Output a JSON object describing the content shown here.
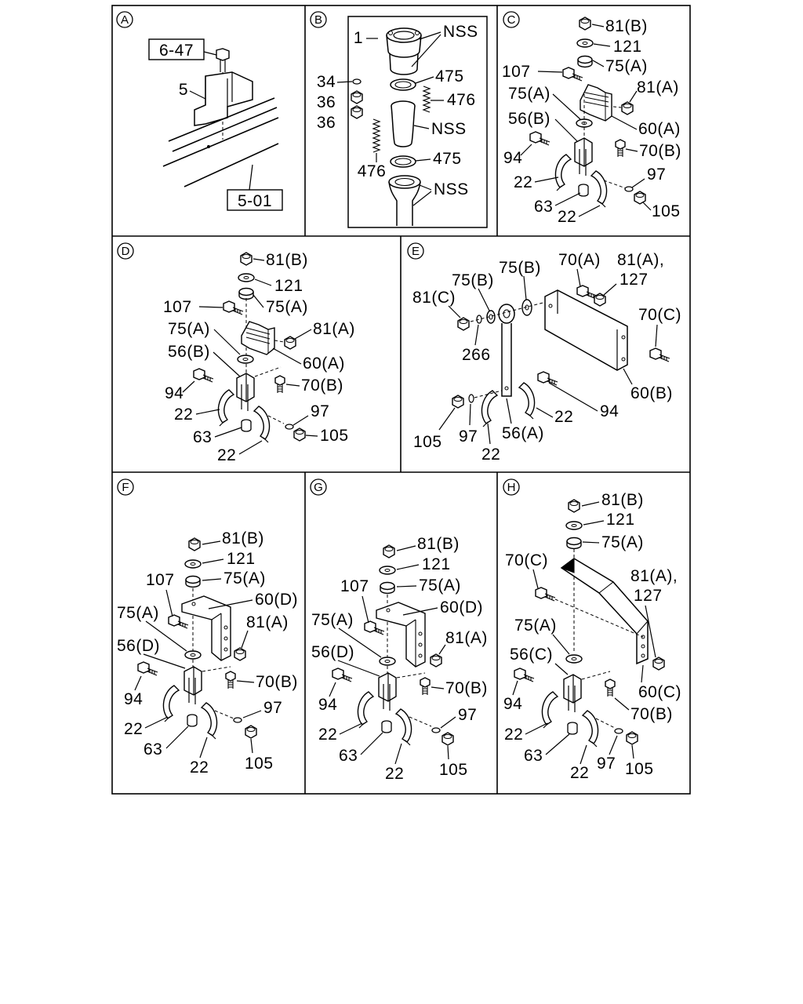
{
  "panels": {
    "A": {
      "badge": "A",
      "ref_top": "6-47",
      "ref_bottom": "5-01",
      "part_5": "5"
    },
    "B": {
      "badge": "B",
      "p1": "1",
      "nss1": "NSS",
      "p34": "34",
      "p36a": "36",
      "p36b": "36",
      "p475a": "475",
      "p476a": "476",
      "nss2": "NSS",
      "p476b": "476",
      "p475b": "475",
      "nss3": "NSS"
    },
    "C": {
      "badge": "C",
      "l81b": "81(B)",
      "l121": "121",
      "l75a1": "75(A)",
      "l107": "107",
      "l81a": "81(A)",
      "l75a2": "75(A)",
      "l56b": "56(B)",
      "l60a": "60(A)",
      "l94": "94",
      "l70b": "70(B)",
      "l22a": "22",
      "l97": "97",
      "l63": "63",
      "l22b": "22",
      "l105": "105"
    },
    "D": {
      "badge": "D",
      "l81b": "81(B)",
      "l121": "121",
      "l107": "107",
      "l75a1": "75(A)",
      "l75a2": "75(A)",
      "l81a": "81(A)",
      "l56b": "56(B)",
      "l60a": "60(A)",
      "l94": "94",
      "l70b": "70(B)",
      "l22a": "22",
      "l97": "97",
      "l63": "63",
      "l105": "105",
      "l22b": "22"
    },
    "E": {
      "badge": "E",
      "l75b1": "75(B)",
      "l75b2": "75(B)",
      "l70a": "70(A)",
      "l81a": "81(A),",
      "l127": "127",
      "l81c": "81(C)",
      "l70c": "70(C)",
      "l266": "266",
      "l60b": "60(B)",
      "l94": "94",
      "l22a": "22",
      "l105": "105",
      "l97": "97",
      "l56a": "56(A)",
      "l22b": "22"
    },
    "F": {
      "badge": "F",
      "l81b": "81(B)",
      "l121": "121",
      "l107": "107",
      "l75a1": "75(A)",
      "l60d": "60(D)",
      "l75a2": "75(A)",
      "l81a": "81(A)",
      "l56d": "56(D)",
      "l70b": "70(B)",
      "l94": "94",
      "l97": "97",
      "l22a": "22",
      "l63": "63",
      "l22b": "22",
      "l105": "105"
    },
    "G": {
      "badge": "G",
      "l81b": "81(B)",
      "l121": "121",
      "l107": "107",
      "l75a1": "75(A)",
      "l60d": "60(D)",
      "l75a2": "75(A)",
      "l81a": "81(A)",
      "l56d": "56(D)",
      "l94": "94",
      "l70b": "70(B)",
      "l97": "97",
      "l22a": "22",
      "l63": "63",
      "l22b": "22",
      "l105": "105"
    },
    "H": {
      "badge": "H",
      "l81b": "81(B)",
      "l121": "121",
      "l75a1": "75(A)",
      "l70c": "70(C)",
      "l81a": "81(A),",
      "l127": "127",
      "l75a2": "75(A)",
      "l56c": "56(C)",
      "l94": "94",
      "l60c": "60(C)",
      "l70b": "70(B)",
      "l22a": "22",
      "l63": "63",
      "l97": "97",
      "l22b": "22",
      "l105": "105"
    }
  }
}
